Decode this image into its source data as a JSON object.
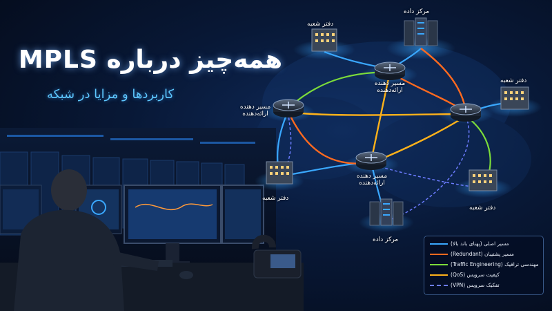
{
  "title": "همه‌چیز درباره MPLS",
  "subtitle": "کاربردها و مزایا در شبکه",
  "nodes": {
    "dc_top": "مرکز داده",
    "branch_top": "دفتر شعبه",
    "router_top": "مسیر دهنده ارائه‌دهنده",
    "router_left": "مسیر دهنده ارائه‌دهنده",
    "router_bottom": "مسیر دهنده ارائه‌دهنده",
    "branch_right": "دفتر شعبه",
    "branch_left": "دفتر شعبه",
    "branch_bottom_right": "دفتر شعبه",
    "dc_bottom": "مرکز داده"
  },
  "legend": [
    {
      "label": "مسیر اصلی (پهنای باند بالا)",
      "color": "#3aa8ff",
      "dashed": false
    },
    {
      "label": "مسیر پشتیبان (Redundant)",
      "color": "#ff6a1f",
      "dashed": false
    },
    {
      "label": "مهندسی ترافیک (Traffic Engineering)",
      "color": "#7cdc3a",
      "dashed": false
    },
    {
      "label": "کیفیت سرویس (QoS)",
      "color": "#ffb21a",
      "dashed": false
    },
    {
      "label": "تفکیک سرویس (VPN)",
      "color": "#6c7cff",
      "dashed": true
    }
  ]
}
